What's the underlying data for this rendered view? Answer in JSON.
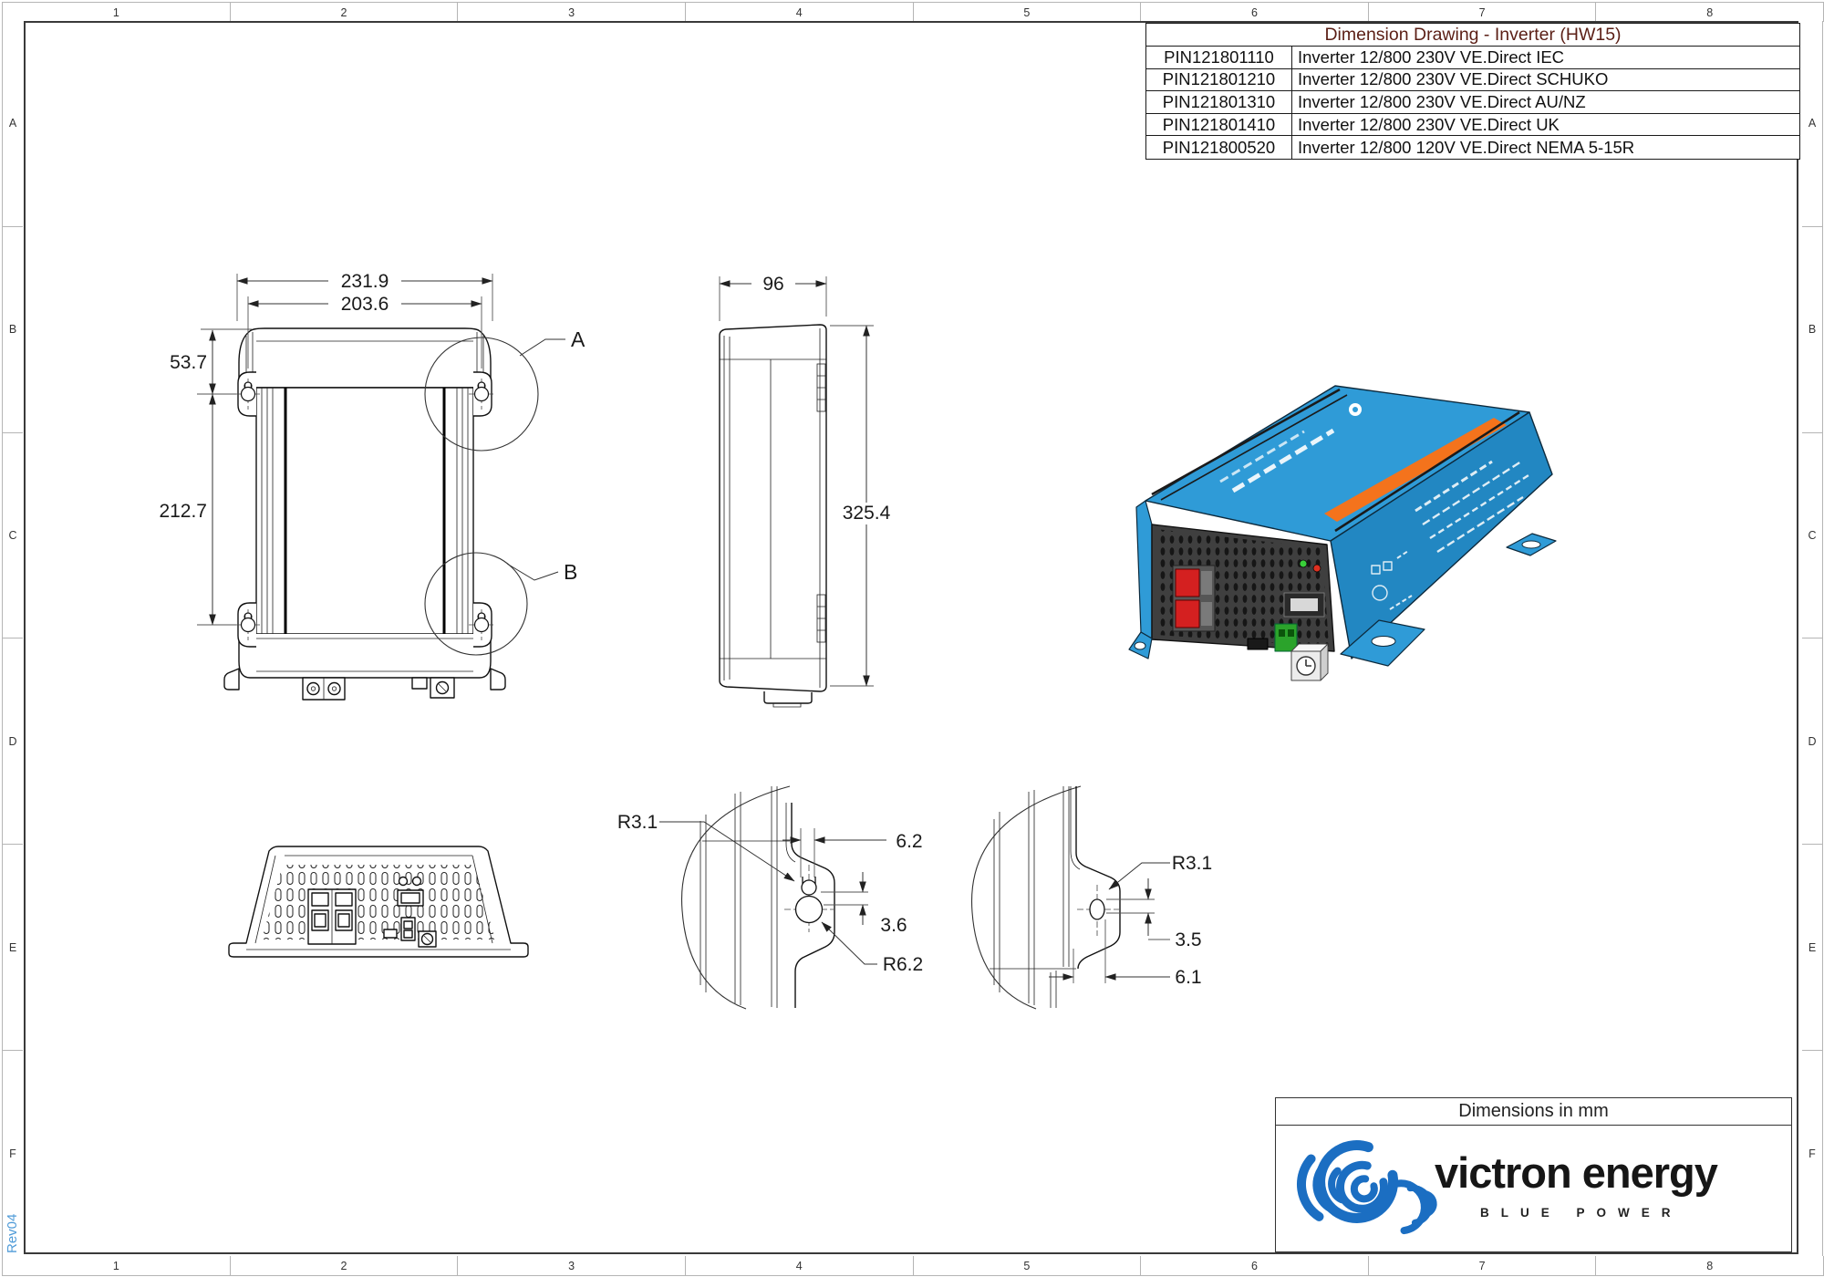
{
  "sheet": {
    "rev": "Rev04",
    "grid_columns": [
      "1",
      "2",
      "3",
      "4",
      "5",
      "6",
      "7",
      "8"
    ],
    "grid_rows": [
      "A",
      "B",
      "C",
      "D",
      "E",
      "F"
    ]
  },
  "parts_table": {
    "title": "Dimension Drawing - Inverter (HW15)",
    "rows": [
      {
        "pin": "PIN121801110",
        "desc": "Inverter 12/800 230V VE.Direct IEC"
      },
      {
        "pin": "PIN121801210",
        "desc": "Inverter 12/800 230V VE.Direct SCHUKO"
      },
      {
        "pin": "PIN121801310",
        "desc": "Inverter 12/800 230V VE.Direct AU/NZ"
      },
      {
        "pin": "PIN121801410",
        "desc": "Inverter 12/800 230V VE.Direct UK"
      },
      {
        "pin": "PIN121800520",
        "desc": "Inverter 12/800 120V VE.Direct NEMA 5-15R"
      }
    ]
  },
  "views": {
    "front": {
      "dim_outer_width": "231.9",
      "dim_inner_width": "203.6",
      "dim_top_offset": "53.7",
      "dim_hole_spacing": "212.7",
      "detail_a_label": "A",
      "detail_b_label": "B"
    },
    "side": {
      "dim_depth": "96",
      "dim_height": "325.4"
    },
    "detail_a": {
      "dim_radius_top": "R3.1",
      "dim_offset": "6.2",
      "dim_slot_height": "3.6",
      "dim_radius_bottom": "R6.2"
    },
    "detail_b": {
      "dim_radius": "R3.1",
      "dim_slot_height": "3.5",
      "dim_offset": "6.1"
    }
  },
  "footer": {
    "units_label": "Dimensions in mm",
    "brand_name": "victron energy",
    "brand_tagline": "BLUE POWER"
  },
  "colors": {
    "table_title": "#5b1f16",
    "rev_label": "#4f9bd8",
    "inverter_blue": "#2f9bd7",
    "inverter_blue_dark": "#2287c2",
    "inverter_orange": "#f4731c",
    "panel_gray": "#3f3f3f",
    "logo_blue": "#1b6ec2",
    "line": "#1a1a1a"
  }
}
